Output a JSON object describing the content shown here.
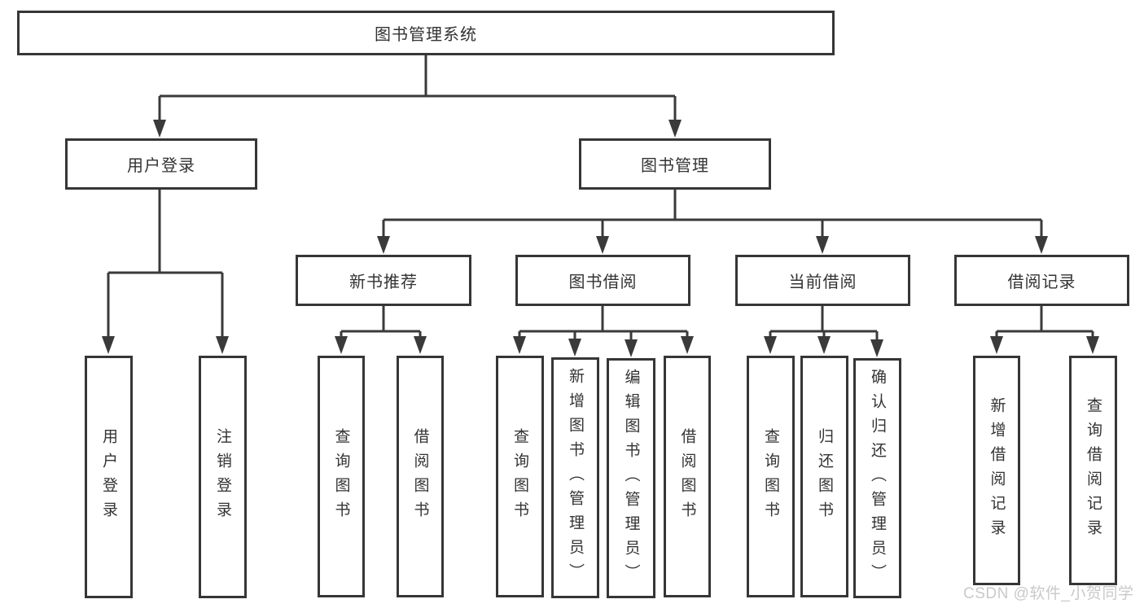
{
  "diagram": {
    "root": {
      "label": "图书管理系统"
    },
    "branches": [
      {
        "label": "用户登录",
        "children": [
          {
            "label": "用户登录"
          },
          {
            "label": "注销登录"
          }
        ]
      },
      {
        "label": "图书管理",
        "children": [
          {
            "label": "新书推荐",
            "children": [
              {
                "label": "查询图书"
              },
              {
                "label": "借阅图书"
              }
            ]
          },
          {
            "label": "图书借阅",
            "children": [
              {
                "label": "查询图书"
              },
              {
                "label": "新增图书（管理员）"
              },
              {
                "label": "编辑图书（管理员）"
              },
              {
                "label": "借阅图书"
              }
            ]
          },
          {
            "label": "当前借阅",
            "children": [
              {
                "label": "查询图书"
              },
              {
                "label": "归还图书"
              },
              {
                "label": "确认归还（管理员）"
              }
            ]
          },
          {
            "label": "借阅记录",
            "children": [
              {
                "label": "新增借阅记录"
              },
              {
                "label": "查询借阅记录"
              }
            ]
          }
        ]
      }
    ]
  },
  "watermark": {
    "text": "CSDN @软件_小贺同学"
  },
  "colors": {
    "line": "#3a3a3a",
    "border": "#363636",
    "text": "#333333",
    "watermark": "#c9c9c9",
    "background": "#ffffff"
  }
}
